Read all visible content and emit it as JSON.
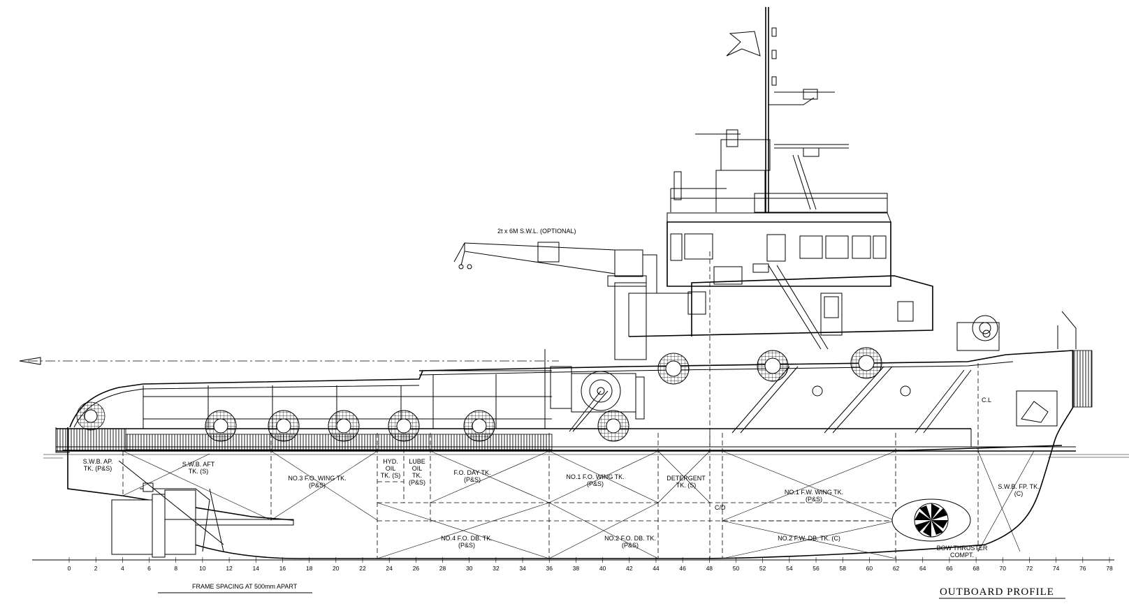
{
  "drawing": {
    "title": "OUTBOARD PROFILE",
    "frame_note": "FRAME SPACING AT 500mm APART",
    "crane_label": "2t x 6M S.W.L. (OPTIONAL)",
    "centerline_label": "C.L",
    "cofferdam_label": "C/D",
    "frame_ticks": [
      "0",
      "2",
      "4",
      "6",
      "8",
      "10",
      "12",
      "14",
      "16",
      "18",
      "20",
      "22",
      "24",
      "26",
      "28",
      "30",
      "32",
      "34",
      "36",
      "38",
      "40",
      "42",
      "44",
      "46",
      "48",
      "50",
      "52",
      "54",
      "56",
      "58",
      "60",
      "62",
      "64",
      "66",
      "68",
      "70",
      "72",
      "74",
      "76",
      "78"
    ],
    "tanks": {
      "swb_ap": [
        "S.W.B. AP.",
        "TK. (P&S)"
      ],
      "swb_aft": [
        "S.W.B. AFT",
        "TK. (S)"
      ],
      "no3_fo_wing": [
        "NO.3 F.O. WING TK.",
        "(P&S)"
      ],
      "hyd_oil": [
        "HYD.",
        "OIL",
        "TK. (S)"
      ],
      "lube_oil": [
        "LUBE",
        "OIL",
        "TK.",
        "(P&S)"
      ],
      "fo_day": [
        "F.O. DAY TK.",
        "(P&S)"
      ],
      "no1_fo_wing": [
        "NO.1 F.O. WING TK.",
        "(P&S)"
      ],
      "detergent": [
        "DETERGENT",
        "TK. (S)"
      ],
      "no1_fw_wing": [
        "NO.1 F.W. WING TK.",
        "(P&S)"
      ],
      "swb_fp": [
        "S.W.B. FP. TK.",
        "(C)"
      ],
      "no4_fo_db": [
        "NO.4 F.O. DB. TK.",
        "(P&S)"
      ],
      "no2_fo_db": [
        "NO.2 F.O. DB. TK.",
        "(P&S)"
      ],
      "no2_fw_db": [
        "NO.2 F.W. DB. TK. (C)"
      ],
      "bow_thruster": [
        "BOW THRUSTER",
        "COMPT."
      ]
    }
  }
}
